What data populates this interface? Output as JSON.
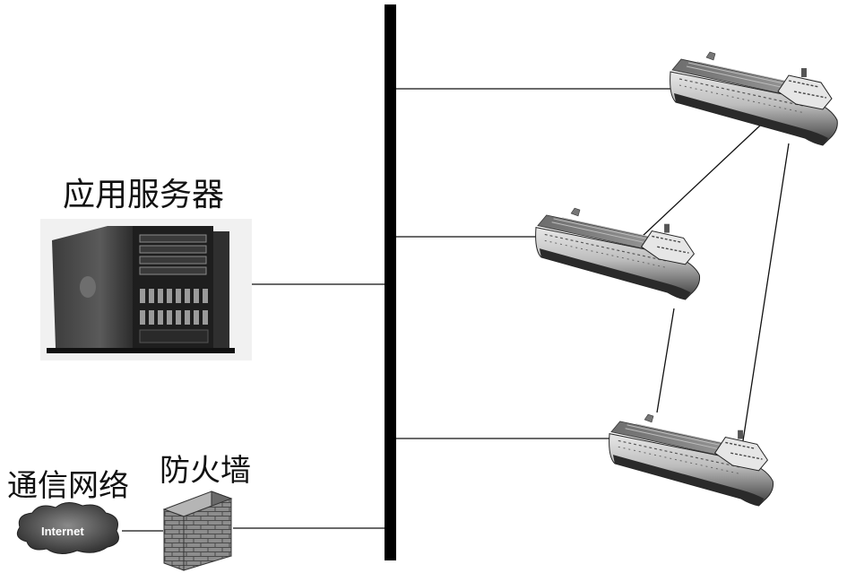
{
  "labels": {
    "server": "应用服务器",
    "network": "通信网络",
    "firewall": "防火墙",
    "cloud": "Internet"
  },
  "icons": {
    "server": "tower-server-icon",
    "cloud": "internet-cloud-icon",
    "firewall": "brick-firewall-icon",
    "ship": "roro-ship-icon"
  },
  "colors": {
    "bus": "#000000",
    "line": "#111111"
  }
}
